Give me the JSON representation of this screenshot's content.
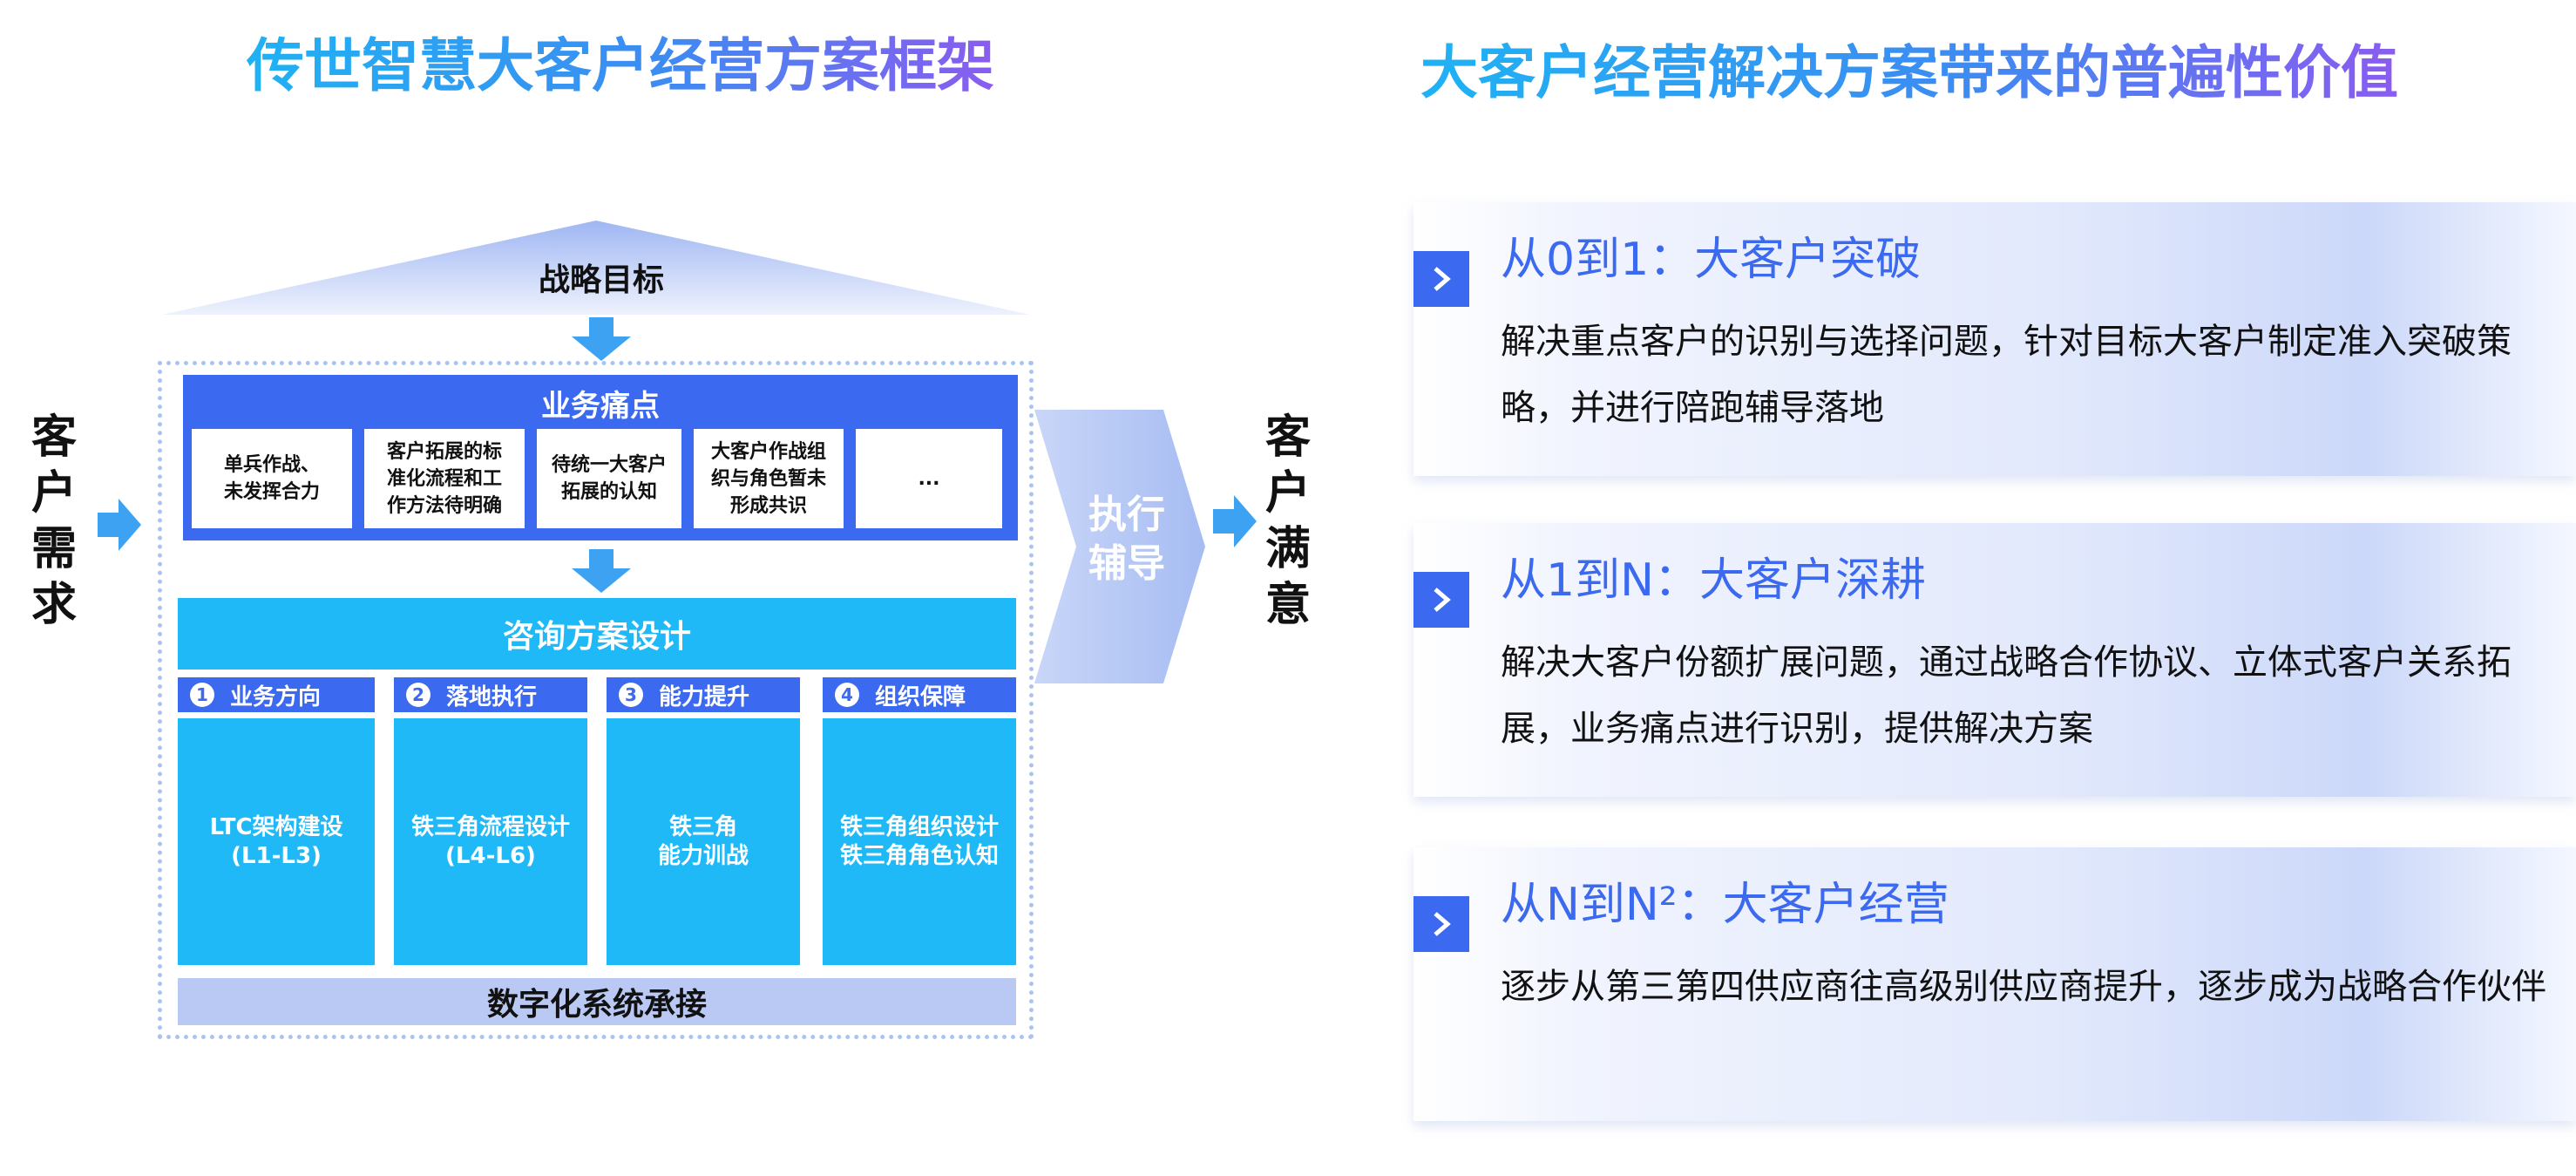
{
  "left_title": "传世智慧大客户经营方案框架",
  "right_title": "大客户经营解决方案带来的普遍性价值",
  "framework": {
    "roof_label": "战略目标",
    "input_label": [
      "客",
      "户",
      "需",
      "求"
    ],
    "output_label": [
      "客",
      "户",
      "满",
      "意"
    ],
    "pain_points": {
      "title": "业务痛点",
      "items": [
        {
          "lines": [
            "单兵作战、",
            "未发挥合力"
          ]
        },
        {
          "lines": [
            "客户拓展的标",
            "准化流程和工",
            "作方法待明确"
          ]
        },
        {
          "lines": [
            "待统一大客户",
            "拓展的认知"
          ]
        },
        {
          "lines": [
            "大客户作战组",
            "织与角色暂未",
            "形成共识"
          ]
        },
        {
          "lines": [
            "..."
          ]
        }
      ]
    },
    "consulting": {
      "title": "咨询方案设计",
      "columns": [
        {
          "num": "1",
          "head": "业务方向",
          "body": [
            "LTC架构建设",
            "(L1-L3)"
          ]
        },
        {
          "num": "2",
          "head": "落地执行",
          "body": [
            "铁三角流程设计",
            "(L4-L6)"
          ]
        },
        {
          "num": "3",
          "head": "能力提升",
          "body": [
            "铁三角",
            "能力训战"
          ]
        },
        {
          "num": "4",
          "head": "组织保障",
          "body": [
            "铁三角组织设计",
            "铁三角角色认知"
          ]
        }
      ]
    },
    "digital_bar": "数字化系统承接",
    "execution_label": [
      "执行",
      "辅导"
    ]
  },
  "values": [
    {
      "heading": "从0到1：大客户突破",
      "desc": "解决重点客户的识别与选择问题，针对目标大客户制定准入突破策略，并进行陪跑辅导落地"
    },
    {
      "heading": "从1到N：大客户深耕",
      "desc": "解决大客户份额扩展问题，通过战略合作协议、立体式客户关系拓展，业务痛点进行识别，提供解决方案"
    },
    {
      "heading": "从N到N²：大客户经营",
      "desc": "逐步从第三第四供应商往高级别供应商提升，逐步成为战略合作伙伴"
    }
  ],
  "colors": {
    "primary_blue": "#3b69f0",
    "cyan": "#20b9f7",
    "light_blue": "#b9c9f4",
    "arrow_blue": "#3ea2f3"
  },
  "icons": {
    "panel_icon": "chevron-right-icon",
    "flow_arrow": "arrow-down-icon"
  }
}
